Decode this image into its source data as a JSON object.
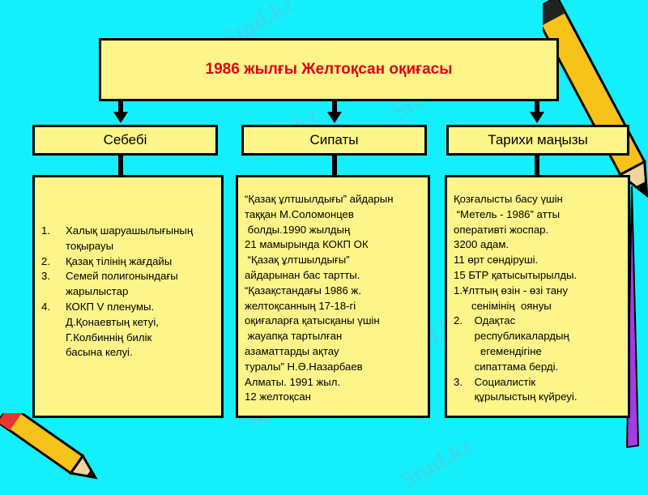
{
  "title": "1986 жылғы Желтоқсан оқиғасы",
  "headers": [
    "Себебі",
    "Сипаты",
    "Тарихи маңызы"
  ],
  "causes": [
    {
      "num": "1.",
      "text": "Халық шаруашылығының\nтоқырауы"
    },
    {
      "num": "2.",
      "text": "Қазақ тілінің  жағдайы"
    },
    {
      "num": "3.",
      "text": "Семей полигонындағы\nжарылыстар"
    },
    {
      "num": "4.",
      "text": "КОКП V пленумы.\nД.Қонаевтың кетуі,\nГ.Колбиннің билік\nбасына келуі."
    }
  ],
  "character_lines": [
    "“Қазақ ұлтшылдығы” айдарын",
    "таққан М.Соломонцев",
    " болды.1990 жылдың",
    "21 мамырында КОКП ОК",
    " “Қазақ ұлтшылдығы”",
    "айдарынан бас тартты.",
    "“Қазақстандағы 1986 ж.",
    "желтоқсанның 17-18-гі",
    "оқиғаларға қатысқаны үшін",
    " жауапқа тартылған",
    "азаматтарды ақтау",
    "туралы” Н.Ә.Назарбаев",
    "Алматы. 1991 жыл.",
    "12 желтоқсан"
  ],
  "significance_lines": [
    "Қозғалысты басу үшін",
    " “Метель - 1986” атты",
    "оперативті жоспар.",
    "3200 адам.",
    "11 өрт сөндіруші.",
    "15 БТР қатысытырылды.",
    "1.Ұлттың өзін - өзі тану",
    "      сенімінің  оянуы",
    "2.    Одақтас",
    "       республикалардың",
    "         егемендігіне",
    "       сипаттама берді.",
    "3.    Социалистік",
    "       құрылыстың күйреуі."
  ],
  "watermark": "Stud.kz",
  "colors": {
    "background": "#13f0fb",
    "box": "#fdf58a",
    "title": "#e0001a"
  }
}
